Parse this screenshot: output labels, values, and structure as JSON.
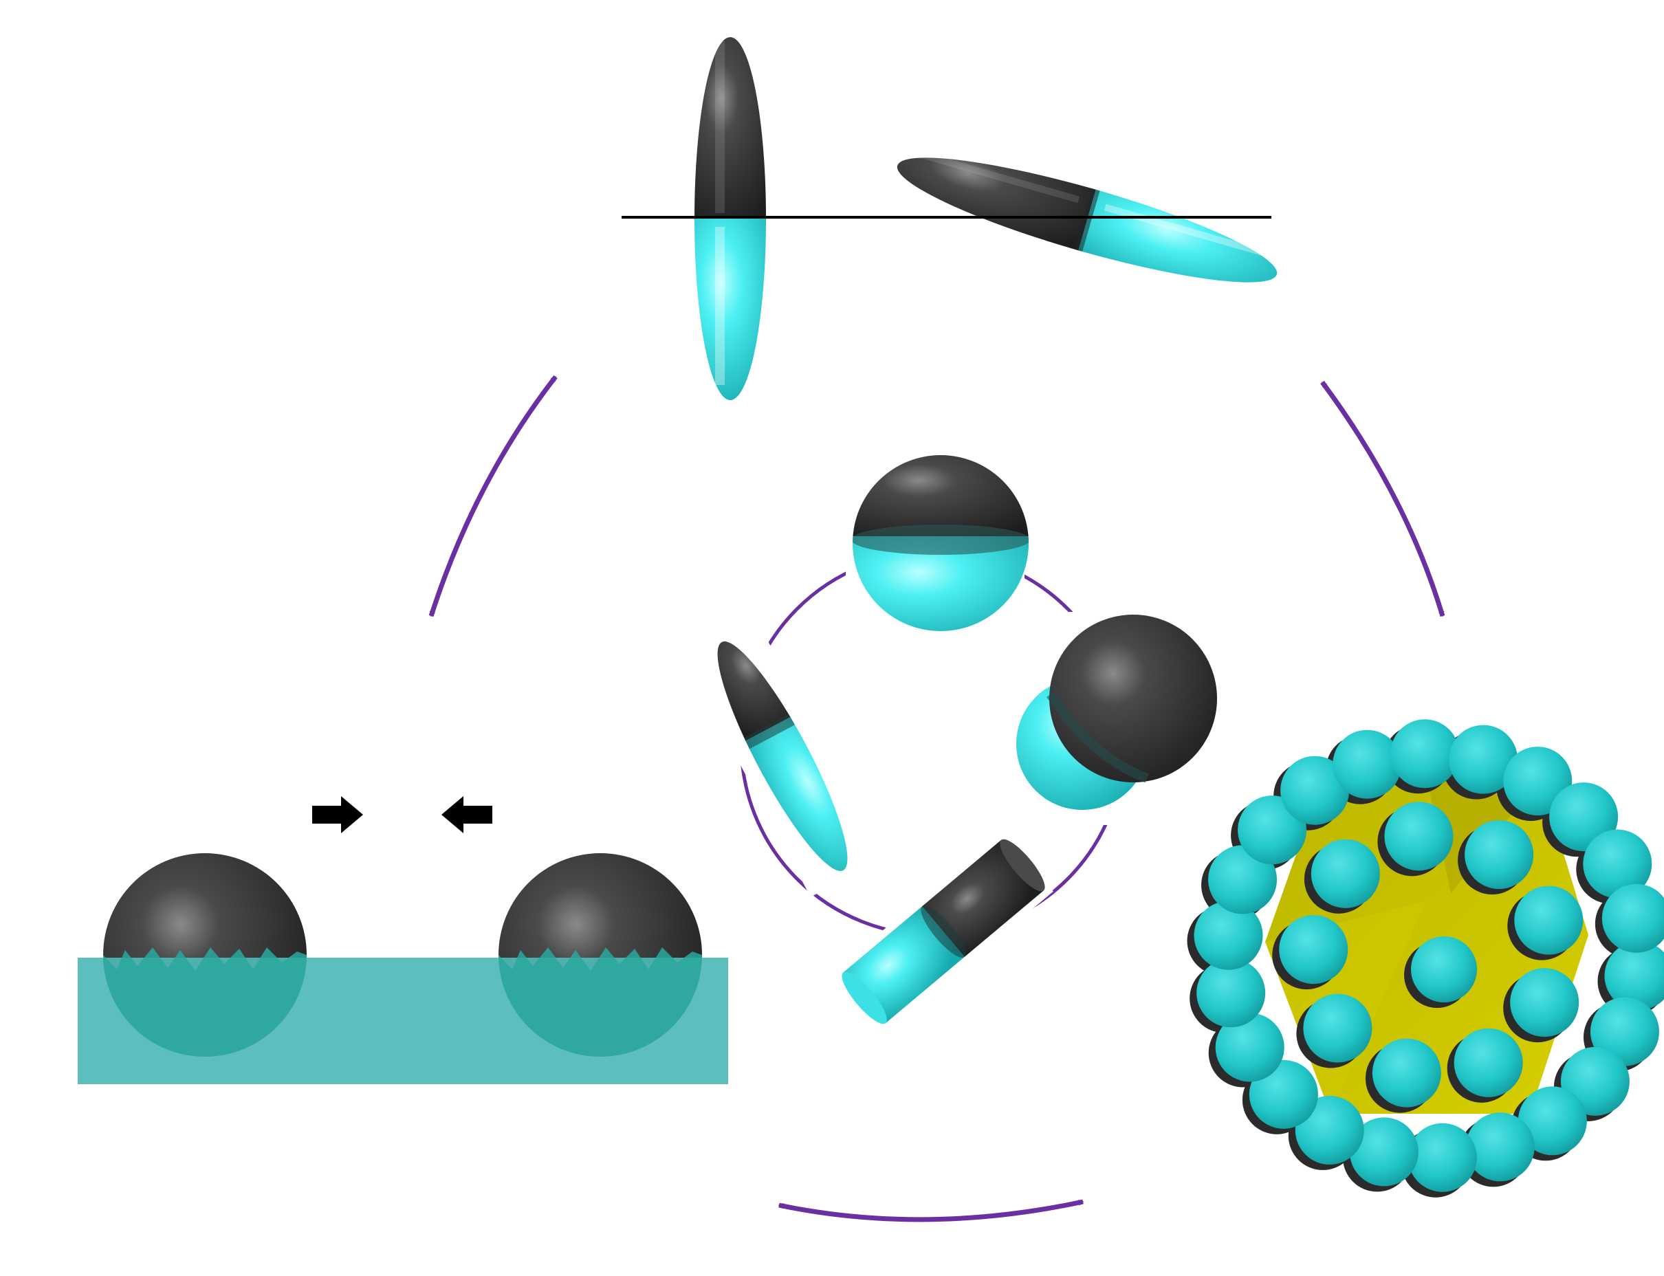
{
  "colors": {
    "background": "#ffffff",
    "dark_patch": "#333333",
    "cyan_patch": "#3fe8ec",
    "cyan_sphere": "#25c9cb",
    "water": "#4fb8b8",
    "water_sphere": "#2fa8a0",
    "arrow": "#6a2fa0",
    "core": "#c9c100",
    "force_arrow": "#000000",
    "line": "#000000"
  },
  "panels": {
    "top": {
      "description_icon": "ellipsoid-orientation-at-interface-icon"
    },
    "center": {
      "description_icon": "janus-particle-shapes-cycle-icon"
    },
    "left": {
      "description_icon": "capillary-interaction-spheres-icon"
    },
    "right": {
      "description_icon": "particle-coated-droplet-icon"
    }
  },
  "cycle_arrows": [
    "top-left-double-arrow",
    "top-right-double-arrow",
    "bottom-double-arrow"
  ]
}
